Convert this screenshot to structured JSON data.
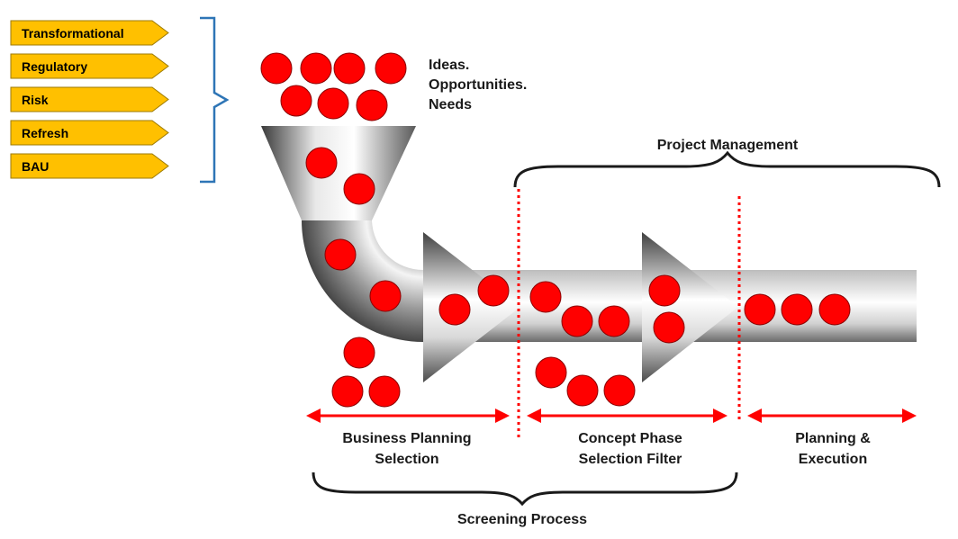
{
  "categories": [
    "Transformational",
    "Regulatory",
    "Risk",
    "Refresh",
    "BAU"
  ],
  "input_label": [
    "Ideas.",
    "Opportunities.",
    "Needs"
  ],
  "top_label": "Project Management",
  "phases": [
    [
      "Business Planning",
      "Selection"
    ],
    [
      "Concept Phase",
      "Selection Filter"
    ],
    [
      "Planning &",
      "Execution"
    ]
  ],
  "bottom_label": "Screening Process",
  "colors": {
    "tag_fill": "#FFC000",
    "tag_stroke": "#9C7A00",
    "bracket": "#2E75B6",
    "dot": "#FF0000",
    "arrow": "#FF0000"
  }
}
